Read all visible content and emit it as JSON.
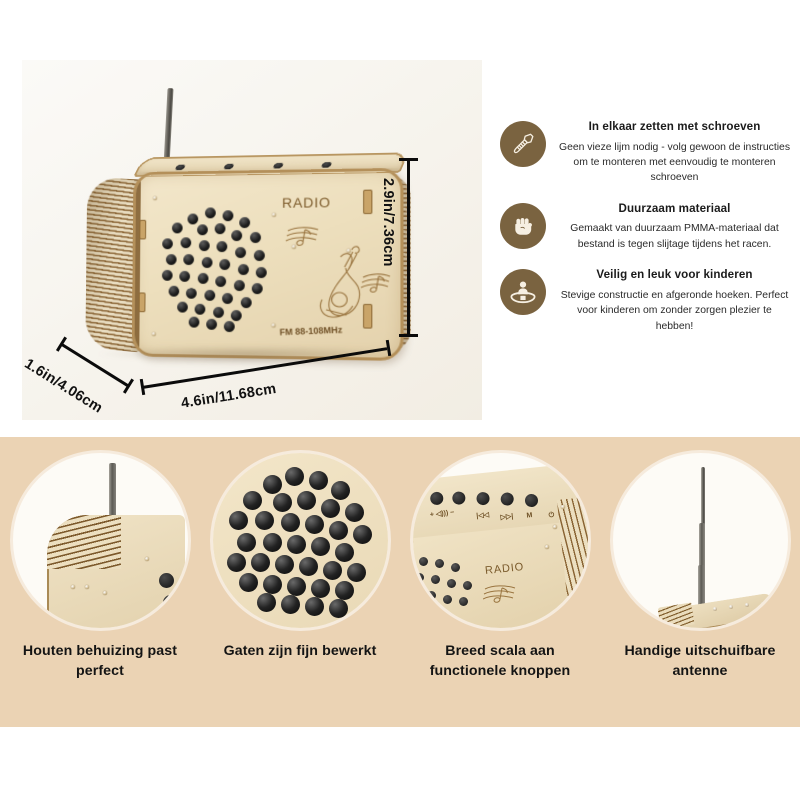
{
  "product": {
    "face_label": "RADIO",
    "frequency_band": "FM 88-108MHz"
  },
  "dimensions": {
    "height": "2.9in/7.36cm",
    "depth": "1.6in/4.06cm",
    "width": "4.6in/11.68cm"
  },
  "features": [
    {
      "icon": "screw-icon",
      "title": "In elkaar zetten met schroeven",
      "description": "Geen vieze lijm nodig - volg gewoon de instructies om te monteren met eenvoudig te monteren schroeven"
    },
    {
      "icon": "fist-icon",
      "title": "Duurzaam materiaal",
      "description": "Gemaakt van duurzaam PMMA-materiaal dat bestand is tegen slijtage tijdens het racen."
    },
    {
      "icon": "child-safety-icon",
      "title": "Veilig en leuk voor kinderen",
      "description": "Stevige constructie en afgeronde hoeken. Perfect voor kinderen om zonder zorgen plezier te hebben!"
    }
  ],
  "thumbnails": [
    {
      "caption": "Houten behuizing past perfect",
      "icon": "wooden-casing-photo"
    },
    {
      "caption": "Gaten zijn fijn bewerkt",
      "icon": "speaker-holes-photo"
    },
    {
      "caption": "Breed scala aan functionele knoppen",
      "icon": "control-buttons-photo"
    },
    {
      "caption": "Handige uitschuifbare antenne",
      "icon": "telescopic-antenna-photo"
    }
  ],
  "colors": {
    "badge_brown": "#7a6340",
    "panel_tan": "#ebd3b4",
    "wood_light": "#f0e3c6",
    "wood_burn": "#8a6434"
  }
}
